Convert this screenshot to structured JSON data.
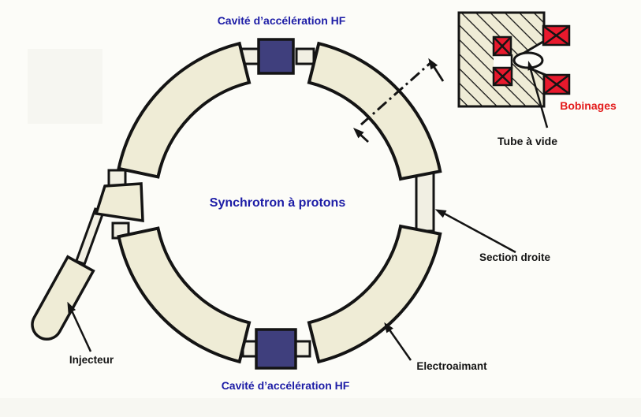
{
  "title": "Synchrotron à protons",
  "ring": {
    "cavity_top_label": "Cavité d’accélération HF",
    "cavity_bottom_label": "Cavité d’accélération HF",
    "injector_label": "Injecteur",
    "straight_section_label": "Section droite",
    "electromagnet_label": "Electroaimant"
  },
  "cross_section": {
    "coils_label": "Bobinages",
    "vacuum_tube_label": "Tube à vide"
  },
  "colors": {
    "label_navy": "#1c1ca6",
    "label_red": "#e31a1a",
    "label_black": "#141414",
    "segment_cream": "#efecd6",
    "tube_cream": "#f1efe3",
    "cavity_blue": "#3f3f7d",
    "coil_red": "#e8192d",
    "outline_black": "#141414",
    "background": "#fcfcf8"
  }
}
